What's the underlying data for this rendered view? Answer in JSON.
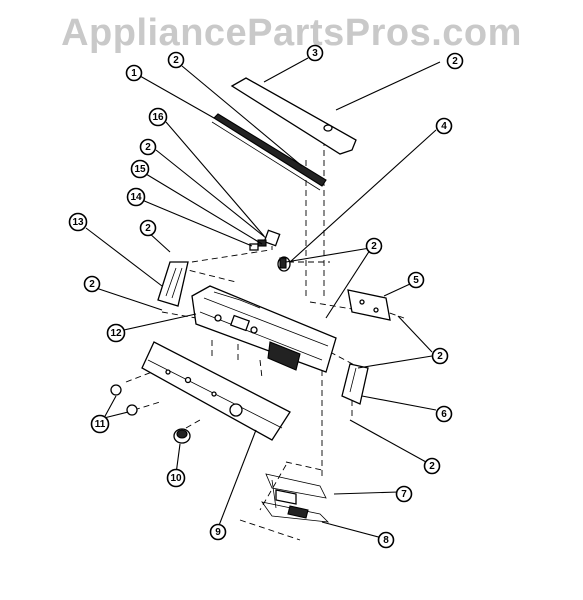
{
  "watermark": "AppliancePartsPros.com",
  "callouts": [
    {
      "id": "c1",
      "label": "1"
    },
    {
      "id": "c2a",
      "label": "2"
    },
    {
      "id": "c3",
      "label": "3"
    },
    {
      "id": "c2b",
      "label": "2"
    },
    {
      "id": "c4",
      "label": "4"
    },
    {
      "id": "c16",
      "label": "16"
    },
    {
      "id": "c2c",
      "label": "2"
    },
    {
      "id": "c15",
      "label": "15"
    },
    {
      "id": "c14",
      "label": "14"
    },
    {
      "id": "c13",
      "label": "13"
    },
    {
      "id": "c2d",
      "label": "2"
    },
    {
      "id": "c2e",
      "label": "2"
    },
    {
      "id": "c2f",
      "label": "2"
    },
    {
      "id": "c5",
      "label": "5"
    },
    {
      "id": "c12",
      "label": "12"
    },
    {
      "id": "c2g",
      "label": "2"
    },
    {
      "id": "c6",
      "label": "6"
    },
    {
      "id": "c11",
      "label": "11"
    },
    {
      "id": "c2h",
      "label": "2"
    },
    {
      "id": "c10",
      "label": "10"
    },
    {
      "id": "c7",
      "label": "7"
    },
    {
      "id": "c9",
      "label": "9"
    },
    {
      "id": "c8",
      "label": "8"
    }
  ]
}
